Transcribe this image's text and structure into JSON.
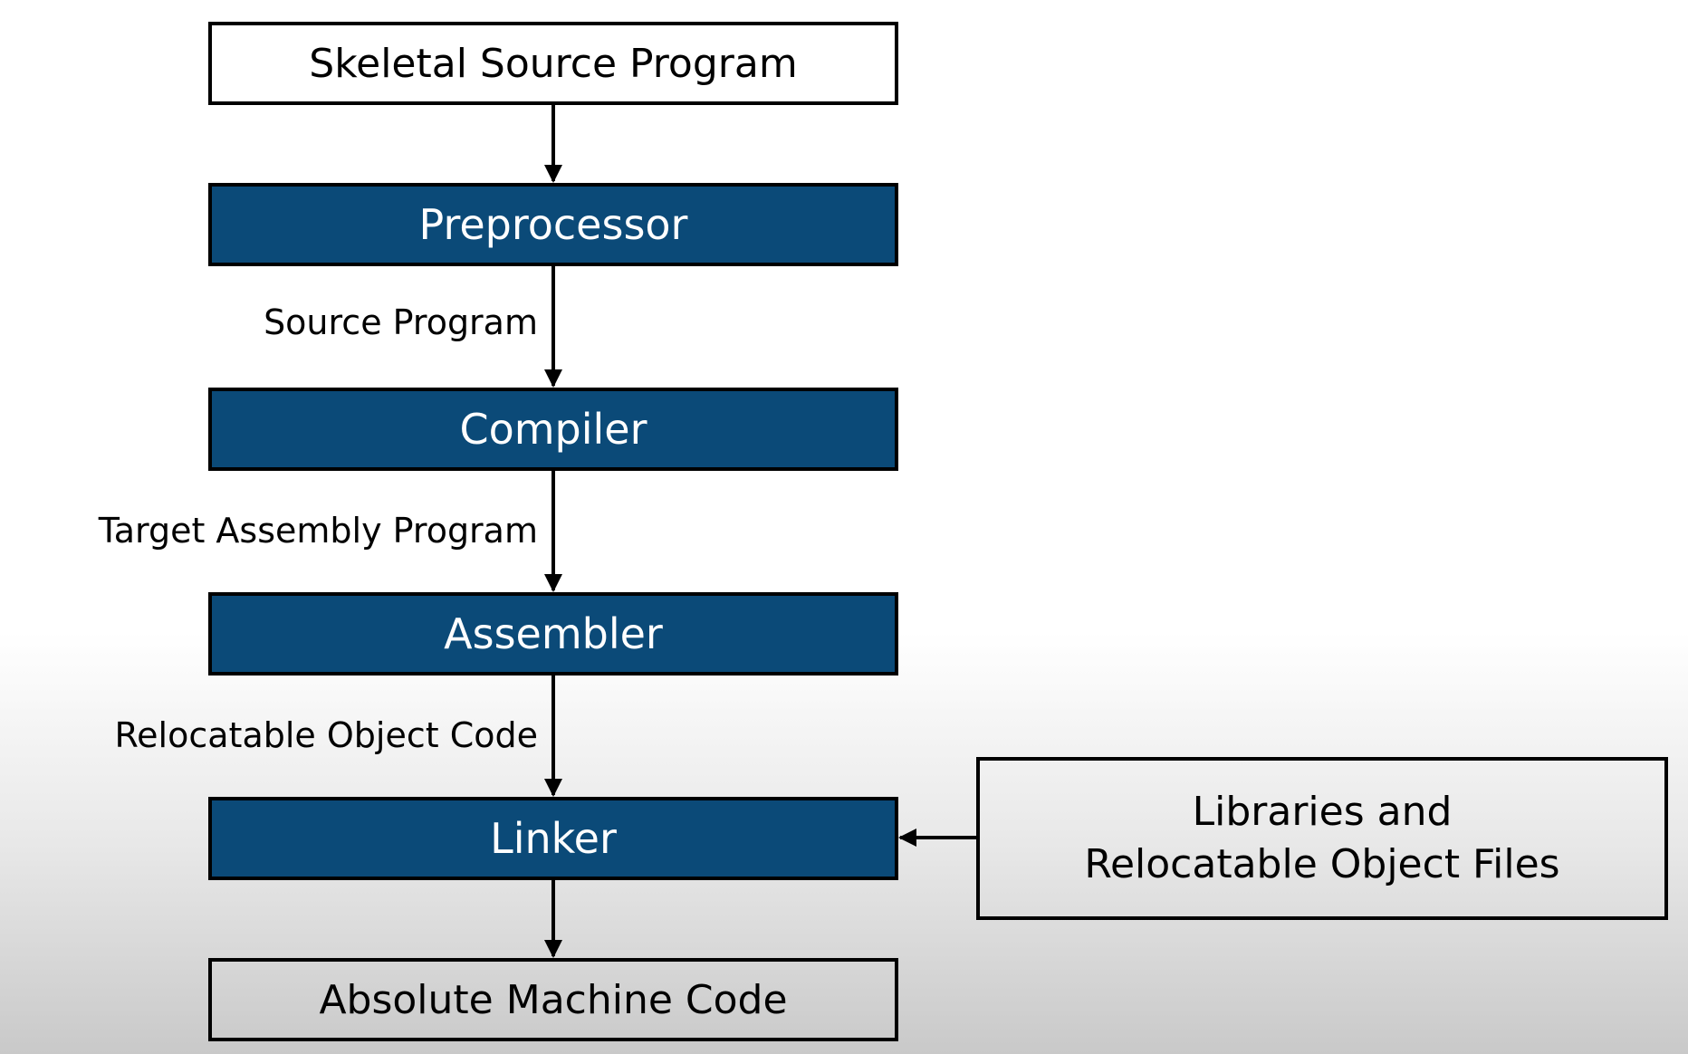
{
  "nodes": {
    "skeletal_source": "Skeletal Source Program",
    "preprocessor": "Preprocessor",
    "compiler": "Compiler",
    "assembler": "Assembler",
    "linker": "Linker",
    "absolute_machine_code": "Absolute Machine Code",
    "libraries_line1": "Libraries and",
    "libraries_line2": "Relocatable Object Files"
  },
  "edge_labels": {
    "preprocessor_to_compiler": "Source Program",
    "compiler_to_assembler": "Target Assembly Program",
    "assembler_to_linker": "Relocatable Object Code"
  },
  "colors": {
    "process_box": "#0b4a78",
    "process_text": "#ffffff",
    "io_box": "#ffffff",
    "stroke": "#000000"
  }
}
